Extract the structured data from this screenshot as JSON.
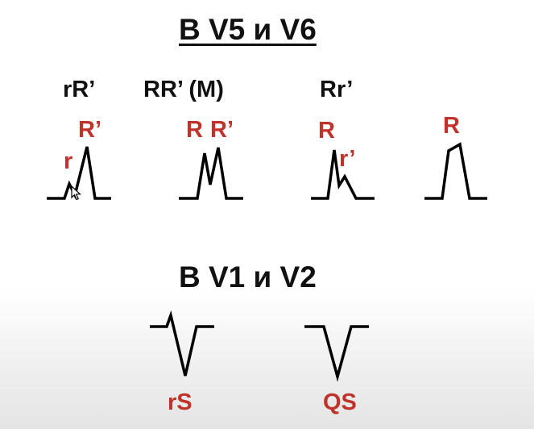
{
  "title_main": "B V5 и V6",
  "title_sub": "B V1 и V2",
  "top_labels": {
    "rRprime": "rR’",
    "RRprimeM": "RR’ (M)",
    "Rrprime": "Rr’"
  },
  "wave_labels": {
    "w1_r": "r",
    "w1_Rp": "R’",
    "w2_R": "R",
    "w2_Rp": "R’",
    "w3_R": "R",
    "w3_rp": "r’",
    "w4_R": "R",
    "w5": "rS",
    "w6": "QS"
  },
  "colors": {
    "text": "#111111",
    "accent_red": "#c0332a",
    "trace": "#000000"
  }
}
